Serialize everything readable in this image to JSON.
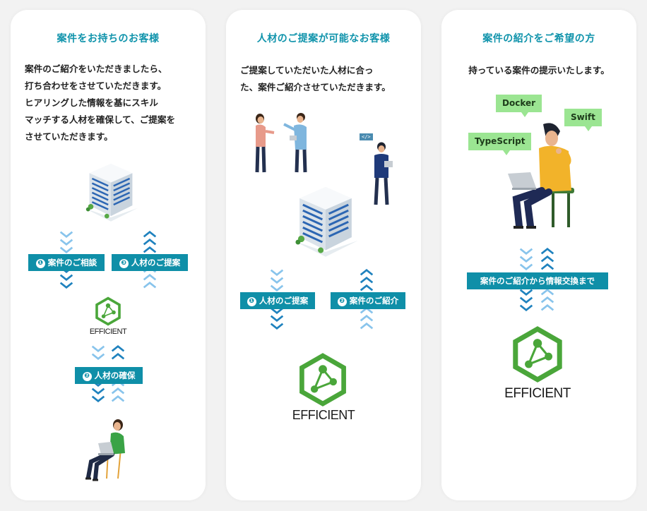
{
  "panels": [
    {
      "title": "案件をお持ちのお客様",
      "description": "案件のご紹介をいただきましたら、\n打ち合わせをさせていただきます。\nヒアリングした情報を基にスキル\nマッチする人材を確保して、ご提案を\nさせていただきます。",
      "labels": {
        "step1_num": "❶",
        "step1": "案件のご相談",
        "step3_num": "❸",
        "step3": "人材のご提案",
        "step2_num": "❷",
        "step2": "人材の確保"
      },
      "brand": "EFFICIENT"
    },
    {
      "title": "人材のご提案が可能なお客様",
      "description": "ご提案していただいた人材に合っ\nた、案件ご紹介させていただきます。",
      "code_tag": "</>",
      "labels": {
        "step1_num": "❶",
        "step1": "人材のご提案",
        "step2_num": "❷",
        "step2": "案件のご紹介"
      },
      "brand": "EFFICIENT"
    },
    {
      "title": "案件の紹介をご希望の方",
      "description": "持っている案件の提示いたします。",
      "bubbles": [
        "Docker",
        "Swift",
        "TypeScript"
      ],
      "labels": {
        "exchange": "案件のご紹介から情報交換まで"
      },
      "brand": "EFFICIENT"
    }
  ],
  "colors": {
    "title": "#0f93ab",
    "label_bg": "#0f8fa8",
    "arrow_dark": "#1f82be",
    "arrow_light": "#88c4ec",
    "logo_green": "#4aa63a",
    "bubble_green": "#9be592",
    "card_bg": "#ffffff",
    "page_bg": "#f2f2f2"
  }
}
